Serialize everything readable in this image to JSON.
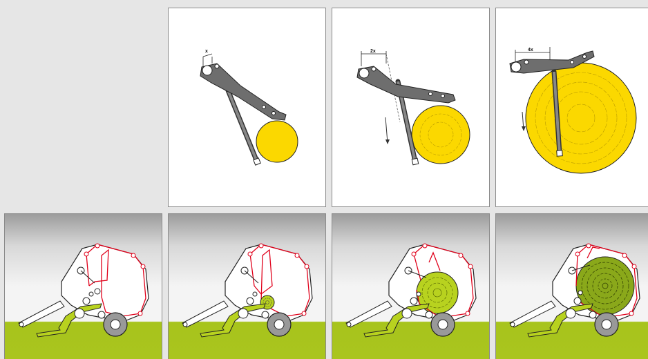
{
  "top_panels": [
    {
      "dimension_label": "x",
      "bale_stage": "small"
    },
    {
      "dimension_label": "2x",
      "bale_stage": "medium"
    },
    {
      "dimension_label": "4x",
      "bale_stage": "large"
    }
  ],
  "bottom_panels": [
    {
      "bale_stage": "empty"
    },
    {
      "bale_stage": "core"
    },
    {
      "bale_stage": "medium"
    },
    {
      "bale_stage": "full"
    }
  ],
  "colors": {
    "background": "#e6e6e6",
    "bale_yellow": "#fbd800",
    "arm_grey": "#6e6e6e",
    "belt_red": "#e0001a",
    "grass_green": "#a9c41e",
    "bale_green": "#b8d21f"
  }
}
